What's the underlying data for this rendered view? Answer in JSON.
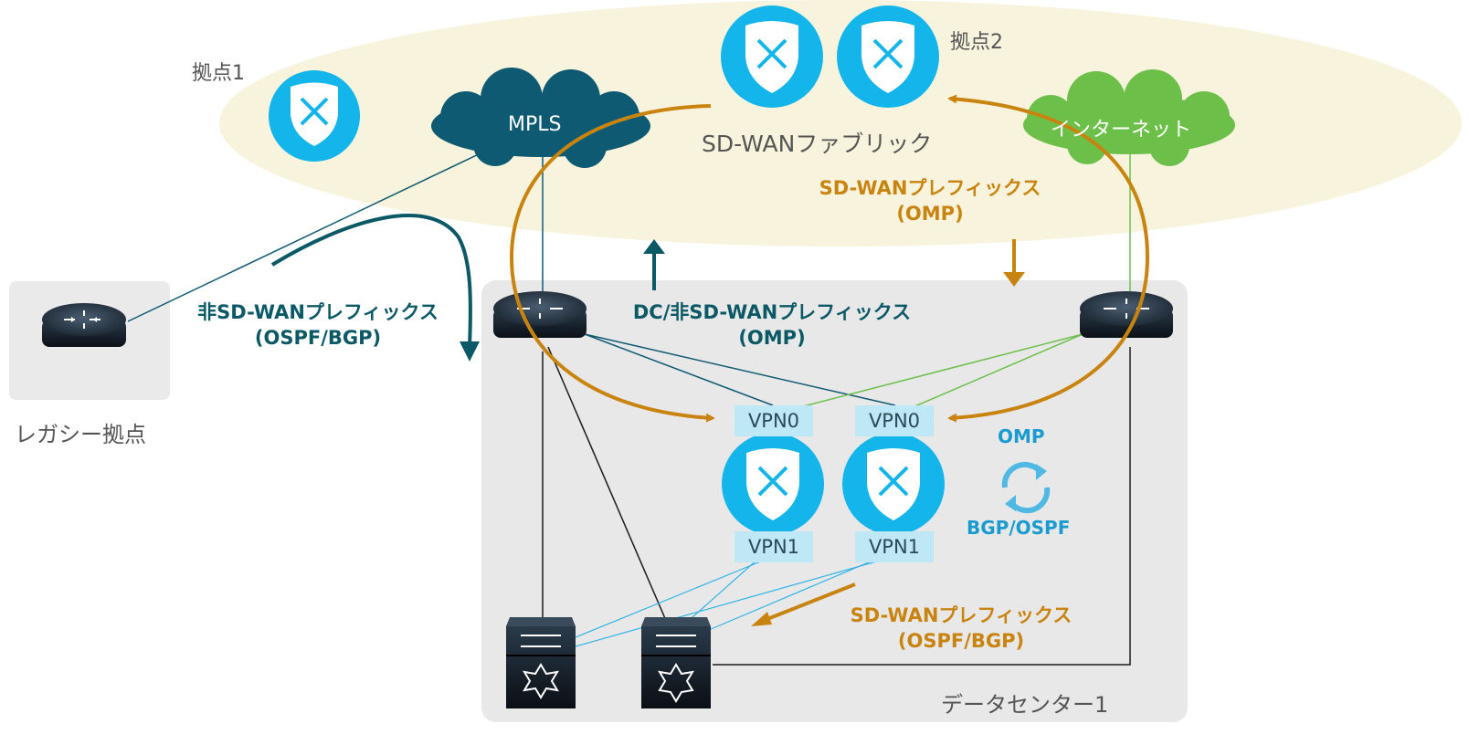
{
  "labels": {
    "site1": "拠点1",
    "site2": "拠点2",
    "legacy_site": "レガシー拠点",
    "datacenter": "データセンター1",
    "fabric": "SD-WANファブリック"
  },
  "clouds": {
    "mpls": "MPLS",
    "internet": "インターネット"
  },
  "vpn_tags": {
    "vpn0_left": "VPN0",
    "vpn0_right": "VPN0",
    "vpn1_left": "VPN1",
    "vpn1_right": "VPN1"
  },
  "annotations": {
    "sdwan_omp": {
      "line1": "SD-WANプレフィックス",
      "line2": "(OMP)"
    },
    "non_sdwan": {
      "line1": "非SD-WANプレフィックス",
      "line2": "(OSPF/BGP)"
    },
    "dc_non_sdwan": {
      "line1": "DC/非SD-WANプレフィックス",
      "line2": "(OMP)"
    },
    "sdwan_ospf": {
      "line1": "SD-WANプレフィックス",
      "line2": "(OSPF/BGP)"
    },
    "redistribution_top": "OMP",
    "redistribution_bottom": "BGP/OSPF"
  },
  "colors": {
    "fabric_ellipse": "#f8f3dc",
    "dc_background": "#e8e8e8",
    "legacy_background": "#eaeaea",
    "mpls_cloud": "#0e5a73",
    "internet_cloud": "#6cc04a",
    "vedge_icon": "#13b5ea",
    "orange_arrow": "#c98410",
    "teal_arrow": "#0b5966",
    "light_blue_link": "#33b5e5",
    "green_link": "#6cc04a"
  },
  "icons": {
    "branch_router": "vedge-shield-icon",
    "legacy_router": "router-icon",
    "dc_router": "router-icon",
    "dc_switch": "nexus-switch-icon",
    "redistribution": "sync-arrows-icon"
  }
}
